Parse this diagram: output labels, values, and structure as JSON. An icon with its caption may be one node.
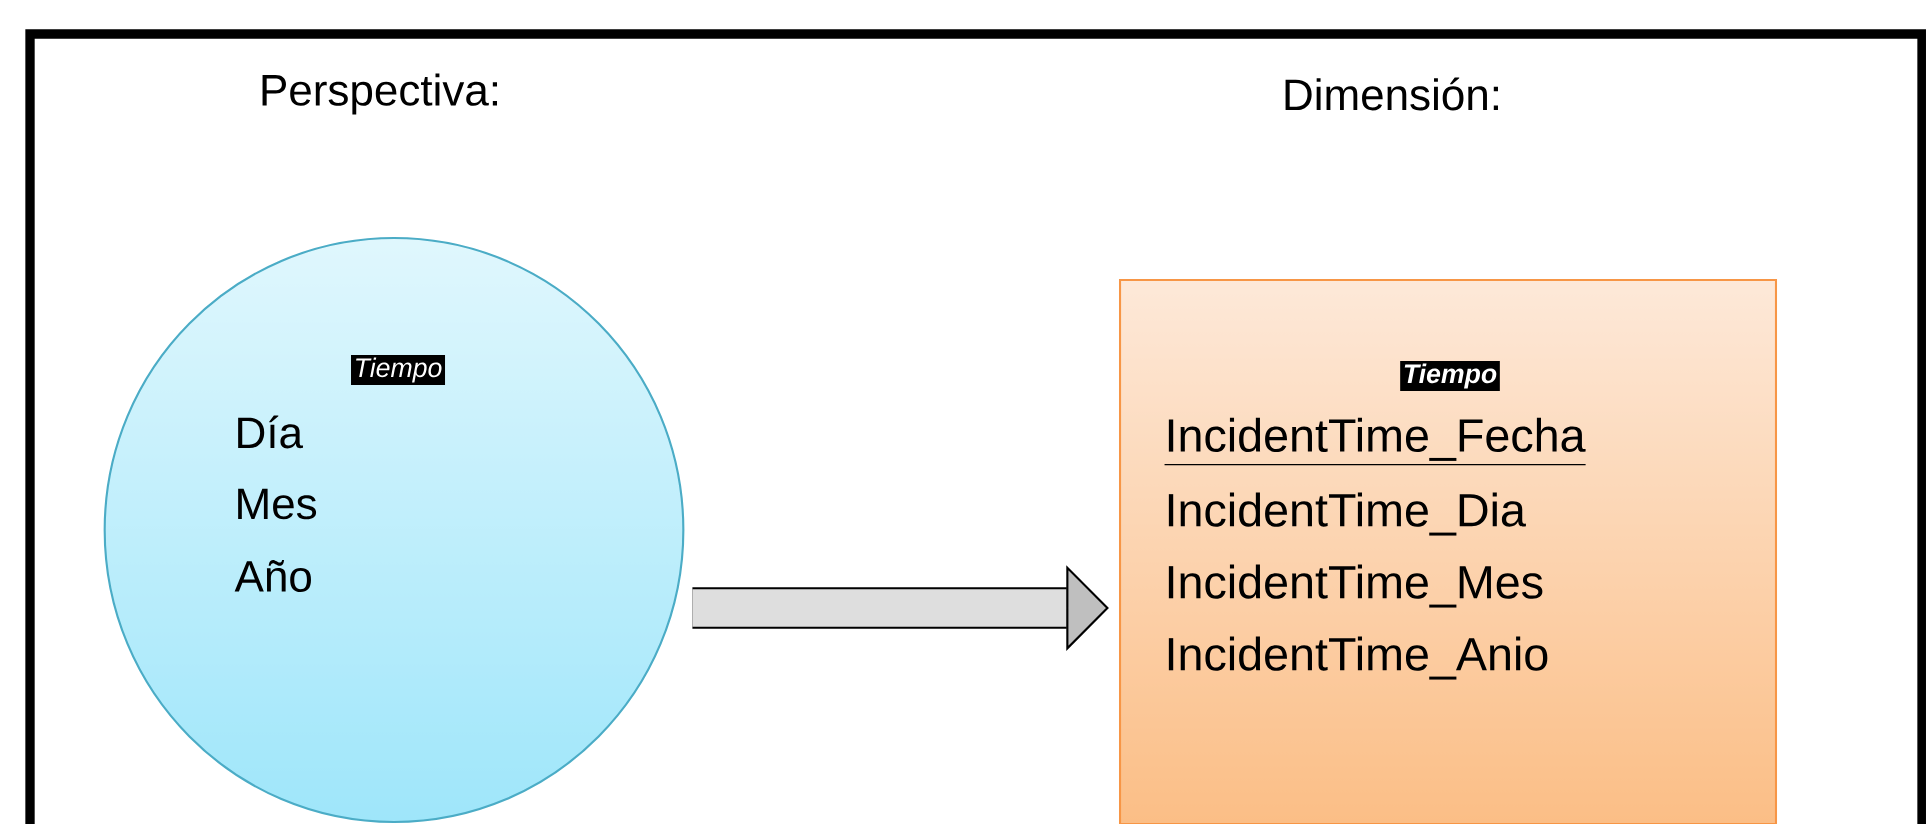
{
  "diagram": {
    "nodes": [
      {
        "text": [
          "Tiempo",
          "Día",
          "Mes",
          "Año"
        ]
      },
      {
        "text": [
          "Tiempo",
          "IncidentTime_Fecha",
          "IncidentTime_Dia",
          "IncidentTime_Mes",
          "IncidentTime_Anio"
        ]
      }
    ],
    "edges": [
      {
        "from": 0,
        "to": 1,
        "arrow": "to"
      }
    ],
    "labels": [
      "Perspectiva:",
      "Dimensión:"
    ]
  }
}
